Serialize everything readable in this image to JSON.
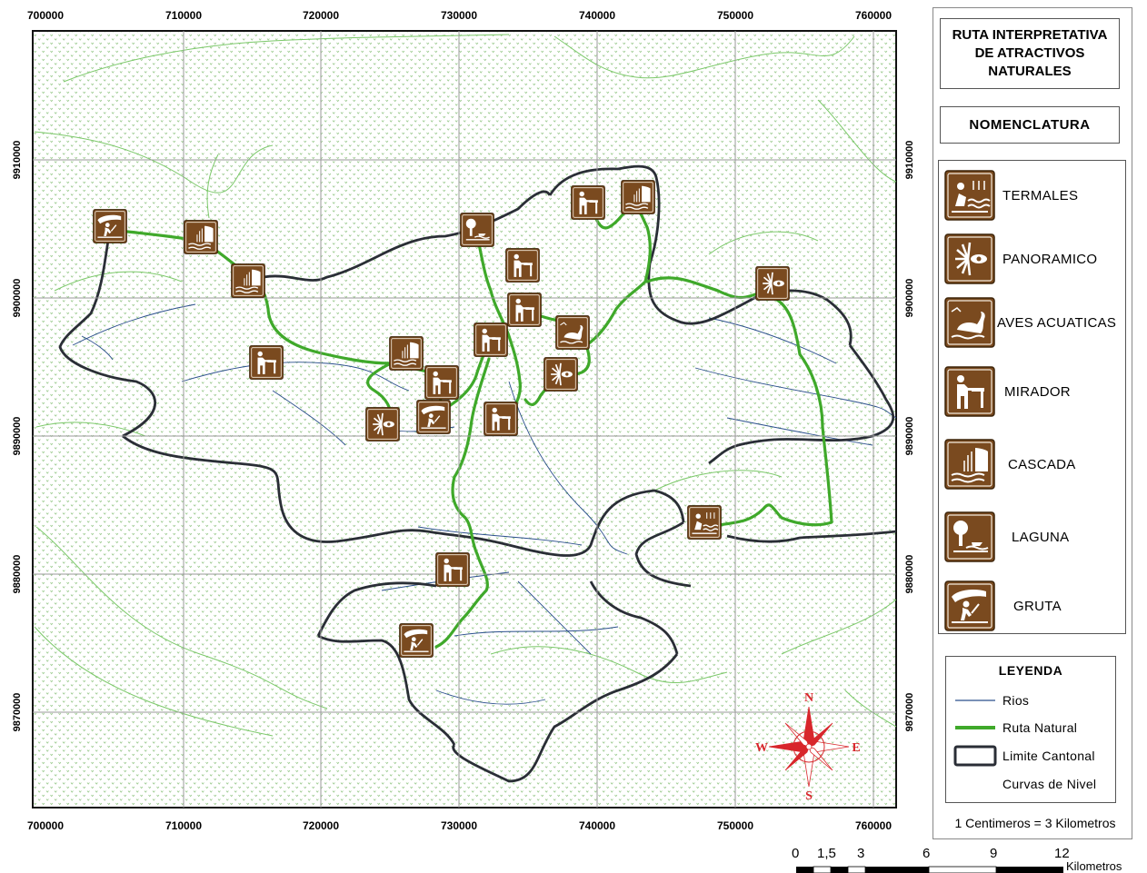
{
  "map": {
    "x_coords": [
      "700000",
      "710000",
      "720000",
      "730000",
      "740000",
      "750000",
      "760000"
    ],
    "y_coords": [
      "9910000",
      "9900000",
      "9890000",
      "9880000",
      "9870000"
    ],
    "compass": {
      "n": "N",
      "s": "S",
      "e": "E",
      "w": "W"
    },
    "colors": {
      "route": "#3fa92a",
      "rivers": "#2b4f8c",
      "boundary": "#2a2e36",
      "contours": "#7cc96a",
      "icons": "#7a4a1f"
    }
  },
  "panel": {
    "title": "RUTA INTERPRETATIVA DE ATRACTIVOS NATURALES",
    "nomenclature_title": "NOMENCLATURA",
    "symbols": [
      {
        "label": "TERMALES",
        "icon": "hot-springs-icon"
      },
      {
        "label": "PANORAMICO",
        "icon": "panoramic-icon"
      },
      {
        "label": "AVES ACUATICAS",
        "icon": "water-birds-icon"
      },
      {
        "label": "MIRADOR",
        "icon": "viewpoint-icon"
      },
      {
        "label": "CASCADA",
        "icon": "waterfall-icon"
      },
      {
        "label": "LAGUNA",
        "icon": "lagoon-icon"
      },
      {
        "label": "GRUTA",
        "icon": "cave-icon"
      }
    ],
    "legend_title": "LEYENDA",
    "legend": [
      {
        "label": "Rios"
      },
      {
        "label": "Ruta Natural"
      },
      {
        "label": "Limite Cantonal"
      },
      {
        "label": "Curvas de Nivel"
      }
    ],
    "scale_text": "1 Centimeros = 3 Kilometros"
  },
  "scalebar": {
    "labels": [
      "0",
      "1,5",
      "3",
      "6",
      "9",
      "12"
    ],
    "unit": "Kilometros"
  }
}
